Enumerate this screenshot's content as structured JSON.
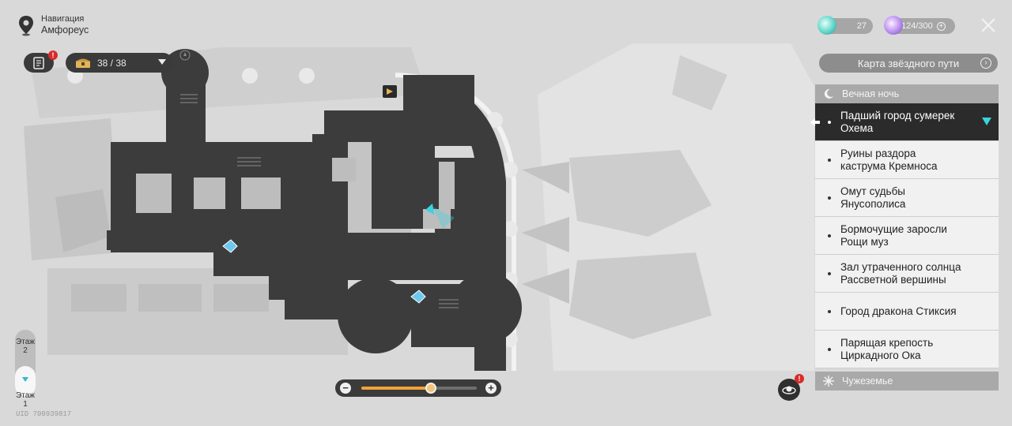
{
  "header": {
    "title": "Навигация",
    "region": "Амфореус",
    "pin_icon": "map-pin-icon"
  },
  "journal": {
    "icon": "journal-icon",
    "badge": "!"
  },
  "chests": {
    "icon": "chest-icon",
    "count": "38 / 38"
  },
  "resources": {
    "first": {
      "value": "27",
      "icon": "teal-orb-icon",
      "color": "#5fd6c8"
    },
    "second": {
      "value": "124/300",
      "plus": "+",
      "icon": "purple-orb-icon",
      "color": "#b98cf0"
    }
  },
  "close": {
    "icon": "close-icon"
  },
  "star_map": {
    "label": "Карта звёздного пути",
    "chevron": "›"
  },
  "groups": {
    "eternal_night": {
      "icon": "crescent-moon-icon",
      "label": "Вечная ночь"
    },
    "foreign_land": {
      "icon": "star-burst-icon",
      "label": "Чужеземье"
    }
  },
  "locations": [
    {
      "label": "Падший город сумерек\nОхема",
      "active": true
    },
    {
      "label": "Руины раздора\nкаструма Кремноса",
      "active": false
    },
    {
      "label": "Омут судьбы\nЯнусополиса",
      "active": false
    },
    {
      "label": "Бормочущие заросли\nРощи муз",
      "active": false
    },
    {
      "label": "Зал утраченного солнца\nРассветной вершины",
      "active": false
    },
    {
      "label": "Город дракона Стиксия",
      "active": false
    },
    {
      "label": "Парящая крепость\nЦиркадного Ока",
      "active": false
    }
  ],
  "floors": {
    "upper": "Этаж\n2",
    "lower": "Этаж\n1",
    "active": "lower"
  },
  "zoom": {
    "minus": "−",
    "plus": "+",
    "level": 0.6
  },
  "tracker": {
    "icon": "mission-tracker-icon",
    "badge": "!"
  },
  "uid": "UID 700939817",
  "colors": {
    "accent": "#3ad3e0",
    "zoom_fill": "#f0a23a",
    "badge": "#d72b2b",
    "dark_ui": "#3a3a3a"
  }
}
